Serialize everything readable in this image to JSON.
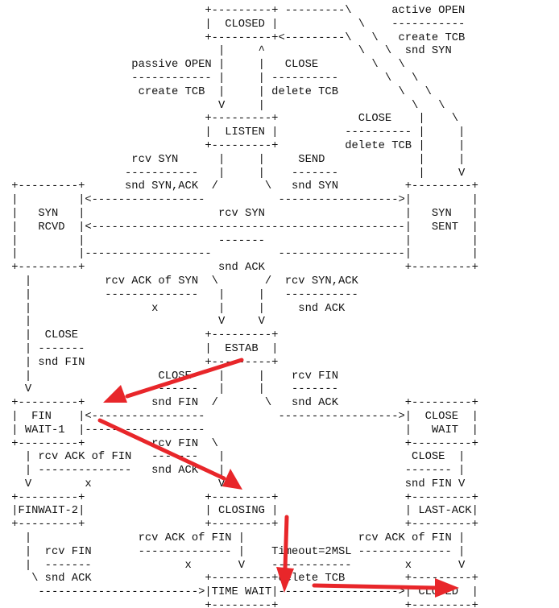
{
  "diagram": {
    "ascii_lines": [
      "                              +---------+ ---------\\      active OPEN",
      "                              |  CLOSED |            \\    -----------",
      "                              +---------+<---------\\   \\   create TCB",
      "                                |     ^              \\   \\  snd SYN",
      "                   passive OPEN |     |   CLOSE        \\   \\",
      "                   ------------ |     | ----------       \\   \\",
      "                    create TCB  |     | delete TCB         \\   \\",
      "                                V     |                      \\   \\",
      "                              +---------+            CLOSE    |    \\",
      "                              |  LISTEN |          ---------- |     |",
      "                              +---------+          delete TCB |     |",
      "                   rcv SYN      |     |     SEND              |     |",
      "                  -----------   |     |    -------            |     V",
      " +---------+      snd SYN,ACK  /       \\   snd SYN          +---------+",
      " |         |<-----------------           ------------------>|         |",
      " |   SYN   |                    rcv SYN                     |   SYN   |",
      " |   RCVD  |<-----------------------------------------------|   SENT  |",
      " |         |                    -------                     |         |",
      " |         |-------------------          -------------------|         |",
      " +---------+                    snd ACK                     +---------+",
      "   |           rcv ACK of SYN  \\       /  rcv SYN,ACK",
      "   |           --------------   |     |   -----------",
      "   |                  x         |     |     snd ACK",
      "   |                            V     V",
      "   |  CLOSE                   +---------+",
      "   | -------                  |  ESTAB  |",
      "   | snd FIN                  +---------+",
      "   |                   CLOSE    |     |    rcv FIN",
      "   V                  -------   |     |    -------",
      " +---------+          snd FIN  /       \\   snd ACK          +---------+",
      " |  FIN    |<-----------------           ------------------>|  CLOSE  |",
      " | WAIT-1  |------------------                              |   WAIT  |",
      " +---------+          rcv FIN  \\                            +---------+",
      "   | rcv ACK of FIN   -------   |                            CLOSE  |",
      "   | --------------   snd ACK   |                           ------- |",
      "   V        x                   V                           snd FIN V",
      " +---------+                  +---------+                   +---------+",
      " |FINWAIT-2|                  | CLOSING |                   | LAST-ACK|",
      " +---------+                  +---------+                   +---------+",
      "   |                rcv ACK of FIN |                 rcv ACK of FIN |",
      "   |  rcv FIN       -------------- |    Timeout=2MSL -------------- |",
      "   |  -------              x       V    ------------        x       V",
      "    \\ snd ACK                 +---------+delete TCB         +---------+",
      "     ------------------------>|TIME WAIT|------------------>| CLOSED  |",
      "                              +---------+                   +---------+"
    ],
    "overlay_arrow_color": "#e8262a"
  }
}
